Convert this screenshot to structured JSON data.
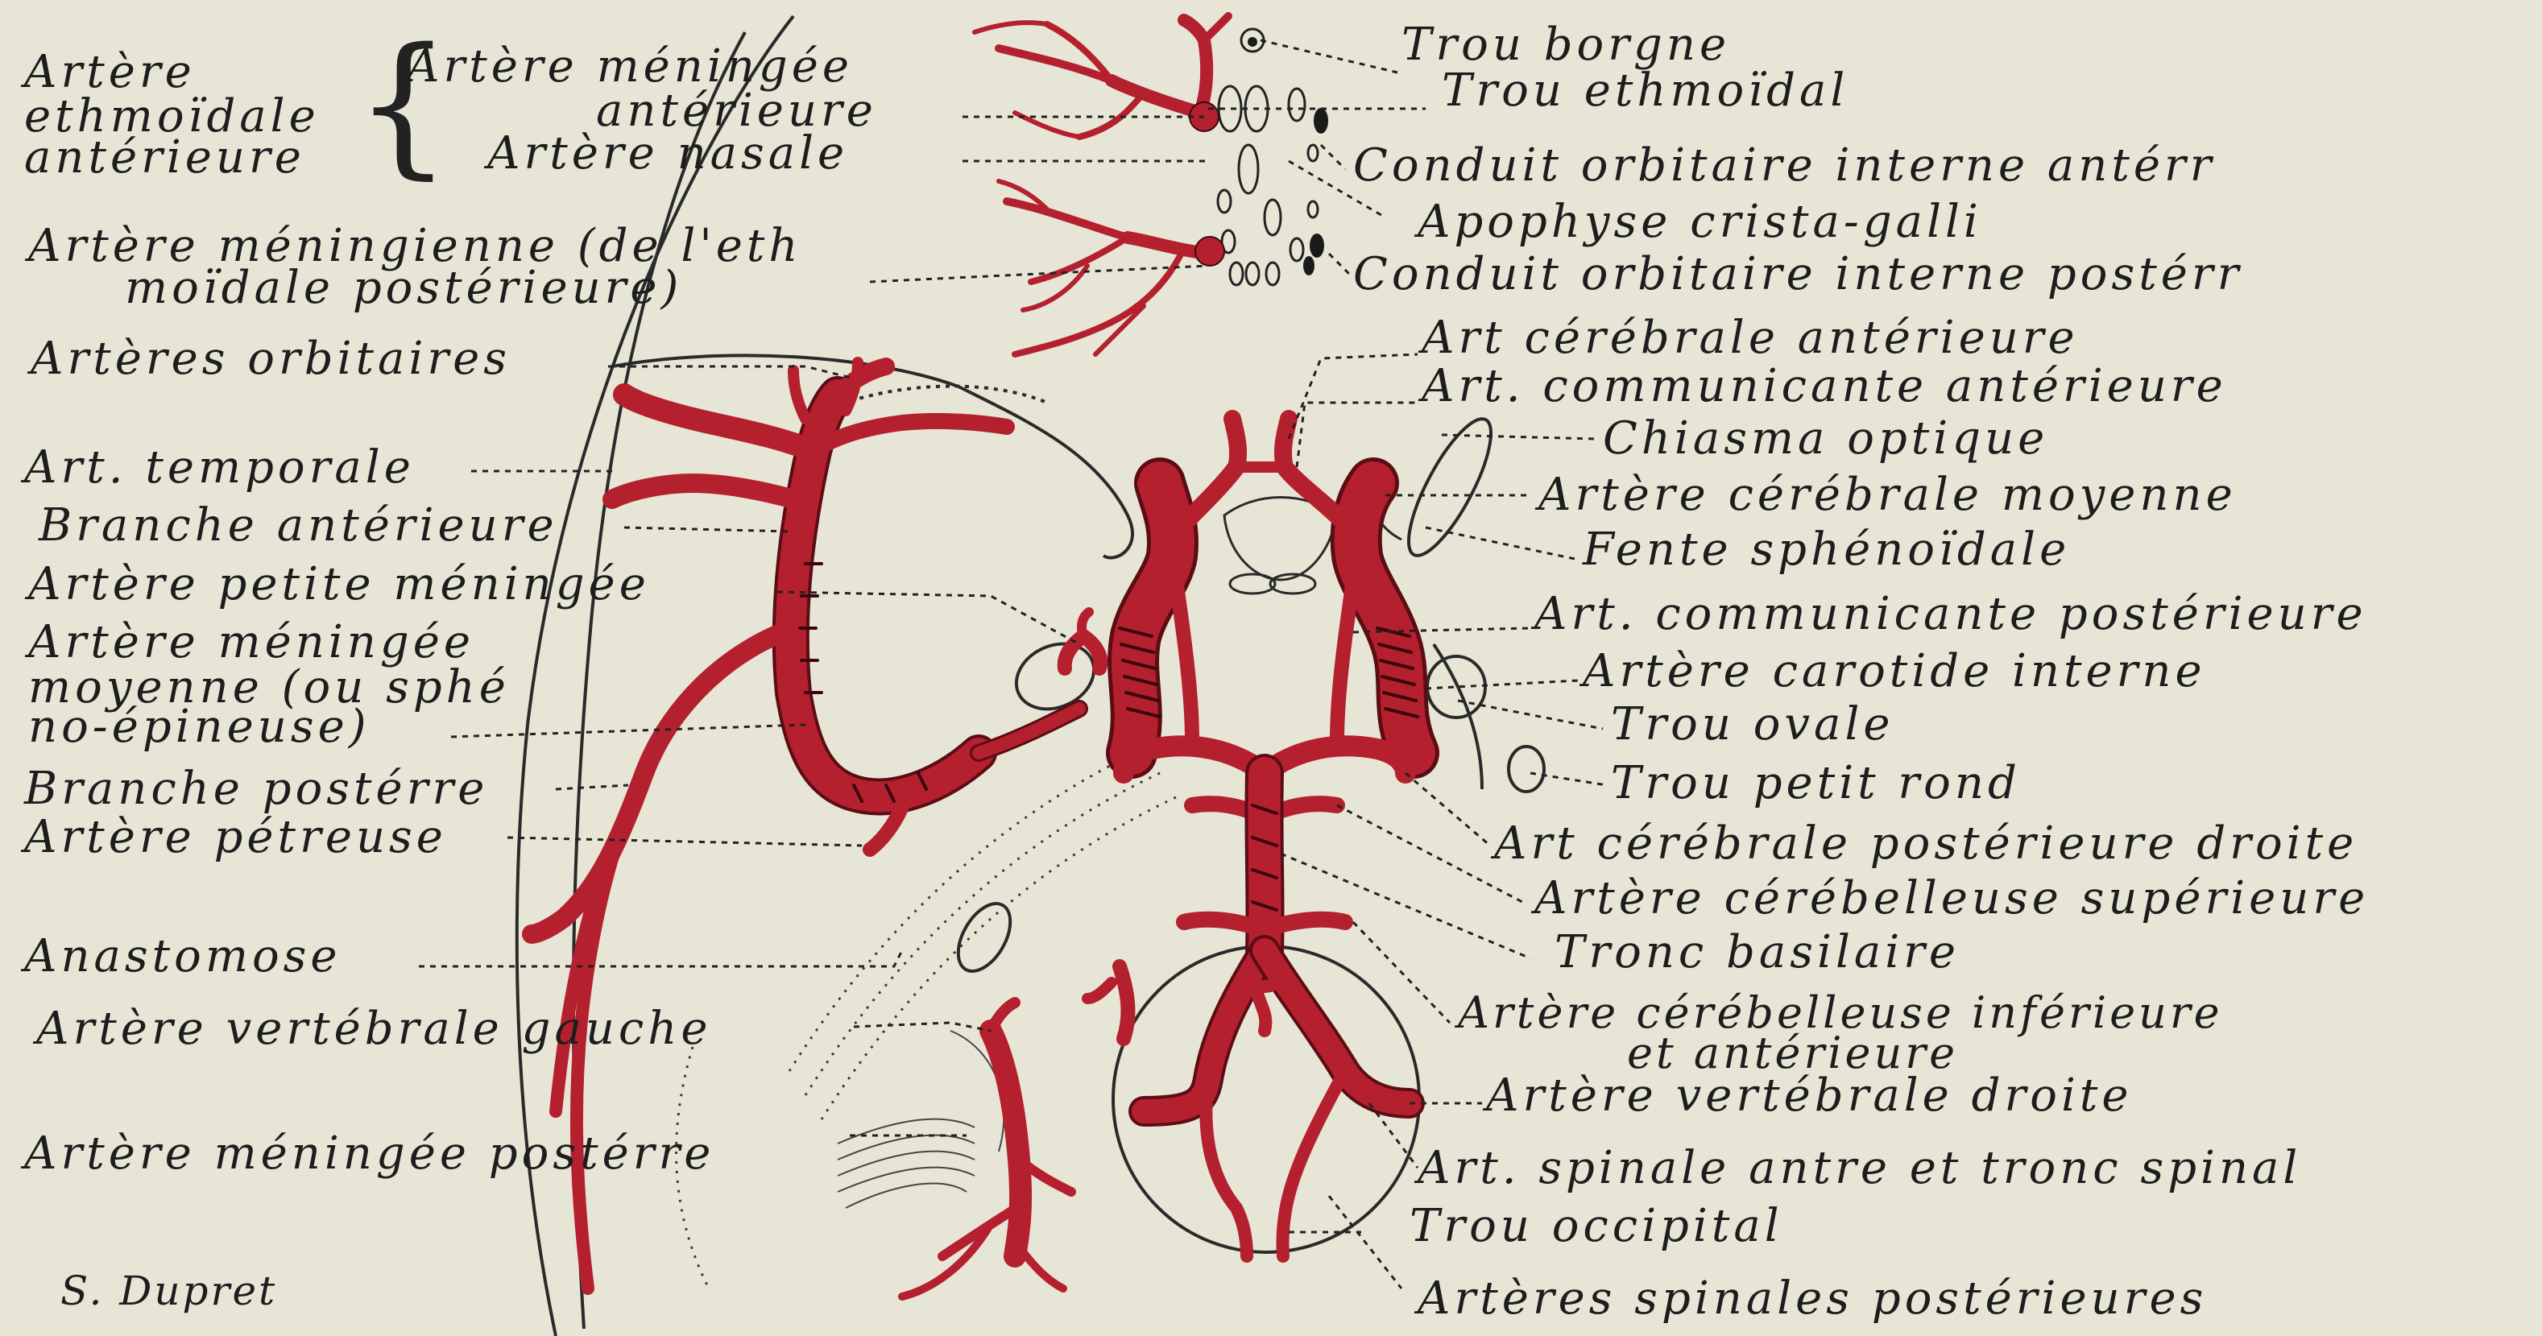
{
  "colors": {
    "paper": "#e7e6d6",
    "artery": "#b4202e",
    "artery_dark": "#5c0c14",
    "ink": "#1b1b1b"
  },
  "labels_left": {
    "ethmoid_group_1": "Artère",
    "ethmoid_group_2": "ethmoïdale",
    "ethmoid_group_3": "antérieure",
    "meningee_ant_1": "Artère méningée",
    "meningee_ant_2": "antérieure",
    "nasale": "Artère nasale",
    "meningienne_1": "Artère méningienne (de l'eth",
    "meningienne_2": "moïdale postérieure)",
    "orbitaires": "Artères orbitaires",
    "temporale": "Art. temporale",
    "branche_ant": "Branche antérieure",
    "petite_meningee": "Artère petite méningée",
    "meningee_moy_1": "Artère méningée",
    "meningee_moy_2": "moyenne (ou sphé",
    "meningee_moy_3": "no-épineuse)",
    "branche_post": "Branche postérre",
    "petreuse": "Artère pétreuse",
    "anastomose": "Anastomose",
    "vertebrale_g": "Artère vertébrale gauche",
    "meningee_post": "Artère méningée postérre"
  },
  "labels_right": {
    "trou_borgne": "Trou borgne",
    "trou_ethmoidal": "Trou ethmoïdal",
    "conduit_ant": "Conduit orbitaire interne antérr",
    "crista_galli": "Apophyse crista-galli",
    "conduit_post": "Conduit orbitaire interne postérr",
    "cerebrale_ant": "Art cérébrale antérieure",
    "comm_ant": "Art. communicante antérieure",
    "chiasma": "Chiasma optique",
    "cerebrale_moy": "Artère cérébrale moyenne",
    "fente": "Fente sphénoïdale",
    "comm_post": "Art. communicante postérieure",
    "carotide": "Artère carotide interne",
    "trou_ovale": "Trou ovale",
    "trou_petit_rond": "Trou petit rond",
    "cerebrale_post_d": "Art cérébrale postérieure droite",
    "cerebelleuse_sup": "Artère cérébelleuse supérieure",
    "tronc_basilaire": "Tronc basilaire",
    "cerebelleuse_inf_1": "Artère cérébelleuse inférieure",
    "cerebelleuse_inf_2": "et antérieure",
    "vertebrale_d": "Artère vertébrale droite",
    "spinale_ant": "Art. spinale antre et tronc spinal",
    "trou_occipital": "Trou occipital",
    "spinales_post": "Artères spinales postérieures"
  },
  "signature": "S. Dupret"
}
